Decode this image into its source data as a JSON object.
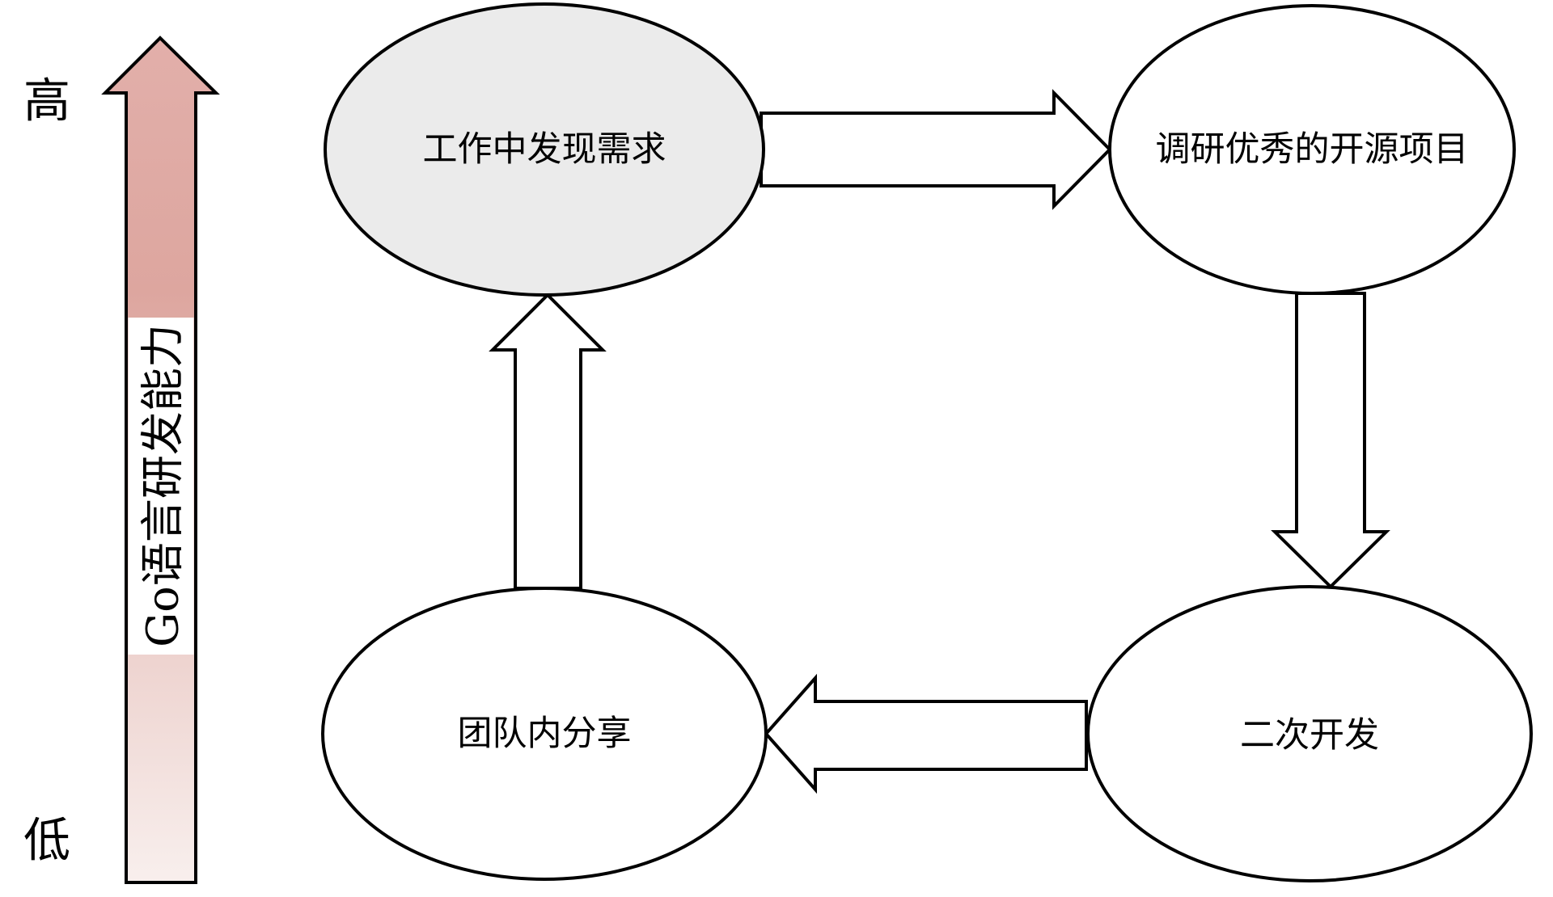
{
  "diagram": {
    "title_none": "",
    "axis": {
      "high_label": "高",
      "low_label": "低",
      "axis_label": "Go语言研发能力",
      "gradient_top_color": "#e2afaa",
      "gradient_mid_color": "#dda69f",
      "gradient_bottom_color": "#f8efed"
    },
    "colors": {
      "outline": "#000000",
      "arrow_fill": "#ffffff",
      "highlight_node_fill": "#ebebeb",
      "plain_node_fill": "#ffffff",
      "background": "#ffffff"
    },
    "nodes": [
      {
        "id": "discover-need",
        "label": "工作中发现需求",
        "fill": "#ebebeb"
      },
      {
        "id": "research-oss",
        "label": "调研优秀的开源项目",
        "fill": "#ffffff"
      },
      {
        "id": "secondary-dev",
        "label": "二次开发",
        "fill": "#ffffff"
      },
      {
        "id": "team-share",
        "label": "团队内分享",
        "fill": "#ffffff"
      }
    ],
    "edges": [
      {
        "from": "discover-need",
        "to": "research-oss",
        "direction": "right"
      },
      {
        "from": "research-oss",
        "to": "secondary-dev",
        "direction": "down"
      },
      {
        "from": "secondary-dev",
        "to": "team-share",
        "direction": "left"
      },
      {
        "from": "team-share",
        "to": "discover-need",
        "direction": "up"
      }
    ]
  }
}
